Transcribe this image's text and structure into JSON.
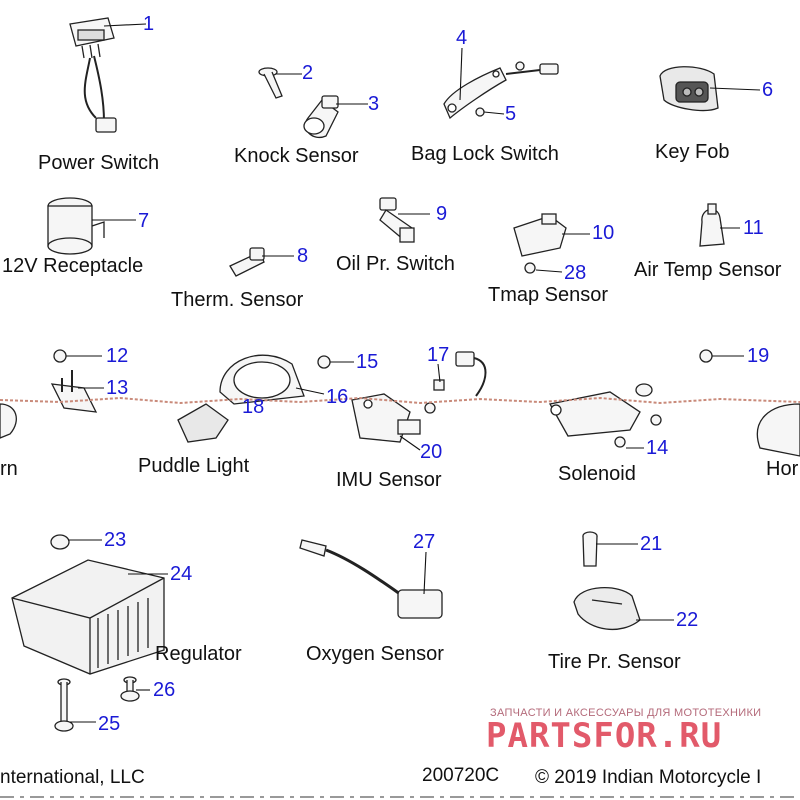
{
  "parts": {
    "power_switch": "Power Switch",
    "knock_sensor": "Knock Sensor",
    "bag_lock_switch": "Bag Lock Switch",
    "key_fob": "Key Fob",
    "receptacle_12v": "12V Receptacle",
    "therm_sensor": "Therm. Sensor",
    "oil_pr_switch": "Oil Pr. Switch",
    "tmap_sensor": "Tmap Sensor",
    "air_temp_sensor": "Air Temp Sensor",
    "horn_left": "rn",
    "puddle_light": "Puddle Light",
    "imu_sensor": "IMU Sensor",
    "solenoid": "Solenoid",
    "horn_right": "Hor",
    "regulator": "Regulator",
    "oxygen_sensor": "Oxygen Sensor",
    "tire_pr_sensor": "Tire Pr. Sensor"
  },
  "callouts": {
    "n1": "1",
    "n2": "2",
    "n3": "3",
    "n4": "4",
    "n5": "5",
    "n6": "6",
    "n7": "7",
    "n8": "8",
    "n9": "9",
    "n10": "10",
    "n11": "11",
    "n12": "12",
    "n13": "13",
    "n14": "14",
    "n15": "15",
    "n16": "16",
    "n17": "17",
    "n18": "18",
    "n19": "19",
    "n20": "20",
    "n21": "21",
    "n22": "22",
    "n23": "23",
    "n24": "24",
    "n25": "25",
    "n26": "26",
    "n27": "27",
    "n28": "28"
  },
  "footer": {
    "left": "nternational, LLC",
    "code": "200720C",
    "copyright": "© 2019 Indian Motorcycle I"
  },
  "watermark": {
    "tagline": "ЗАПЧАСТИ И АКСЕССУАРЫ ДЛЯ МОТОТЕХНИКИ",
    "brand": "PARTSFOR.RU"
  },
  "colors": {
    "callout": "#1a1ad6",
    "line": "#111111",
    "watermark": "#e25a6a"
  }
}
